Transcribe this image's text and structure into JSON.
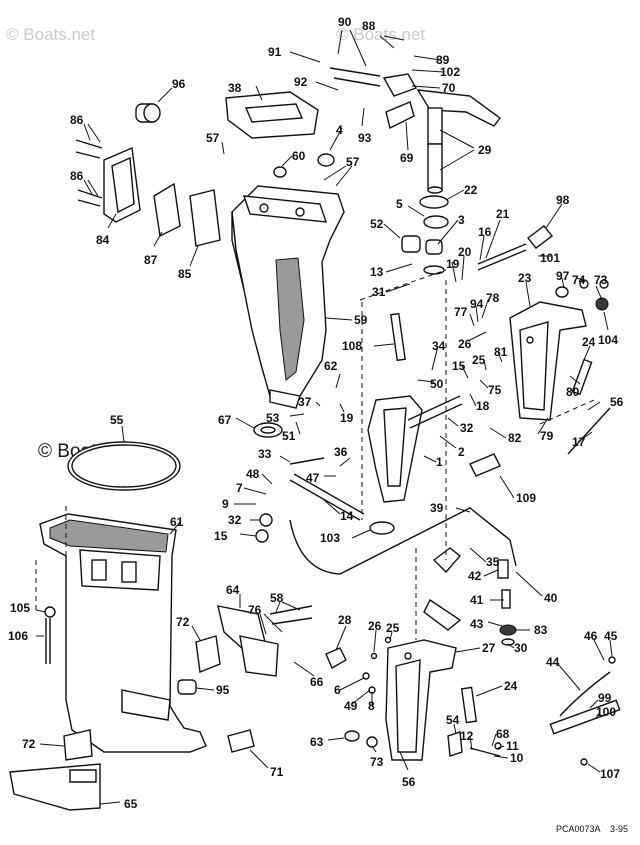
{
  "watermarks": {
    "top_left": "© Boats.net",
    "top_center": "© Boats.net",
    "middle_left": "© Boats.net"
  },
  "footer": {
    "code": "PCA0073A",
    "date": "3-95"
  },
  "callouts": [
    {
      "id": "c90",
      "label": "90"
    },
    {
      "id": "c88",
      "label": "88"
    },
    {
      "id": "c91",
      "label": "91"
    },
    {
      "id": "c89",
      "label": "89"
    },
    {
      "id": "c102",
      "label": "102"
    },
    {
      "id": "c92",
      "label": "92"
    },
    {
      "id": "c70",
      "label": "70"
    },
    {
      "id": "c96",
      "label": "96"
    },
    {
      "id": "c38",
      "label": "38"
    },
    {
      "id": "c86a",
      "label": "86"
    },
    {
      "id": "c4",
      "label": "4"
    },
    {
      "id": "c93",
      "label": "93"
    },
    {
      "id": "c57a",
      "label": "57"
    },
    {
      "id": "c60",
      "label": "60"
    },
    {
      "id": "c57b",
      "label": "57"
    },
    {
      "id": "c69",
      "label": "69"
    },
    {
      "id": "c29",
      "label": "29"
    },
    {
      "id": "c86b",
      "label": "86"
    },
    {
      "id": "c22",
      "label": "22"
    },
    {
      "id": "c5",
      "label": "5"
    },
    {
      "id": "c98",
      "label": "98"
    },
    {
      "id": "c21",
      "label": "21"
    },
    {
      "id": "c52",
      "label": "52"
    },
    {
      "id": "c3",
      "label": "3"
    },
    {
      "id": "c84",
      "label": "84"
    },
    {
      "id": "c87",
      "label": "87"
    },
    {
      "id": "c16",
      "label": "16"
    },
    {
      "id": "c20",
      "label": "20"
    },
    {
      "id": "c101",
      "label": "101"
    },
    {
      "id": "c85",
      "label": "85"
    },
    {
      "id": "c13",
      "label": "13"
    },
    {
      "id": "c19a",
      "label": "19"
    },
    {
      "id": "c97",
      "label": "97"
    },
    {
      "id": "c74",
      "label": "74"
    },
    {
      "id": "c73a",
      "label": "73"
    },
    {
      "id": "c23",
      "label": "23"
    },
    {
      "id": "c31",
      "label": "31"
    },
    {
      "id": "c78",
      "label": "78"
    },
    {
      "id": "c94",
      "label": "94"
    },
    {
      "id": "c77",
      "label": "77"
    },
    {
      "id": "c104",
      "label": "104"
    },
    {
      "id": "c59",
      "label": "59"
    },
    {
      "id": "c26a",
      "label": "26"
    },
    {
      "id": "c24a",
      "label": "24"
    },
    {
      "id": "c108",
      "label": "108"
    },
    {
      "id": "c34",
      "label": "34"
    },
    {
      "id": "c81",
      "label": "81"
    },
    {
      "id": "c25a",
      "label": "25"
    },
    {
      "id": "c62",
      "label": "62"
    },
    {
      "id": "c15a",
      "label": "15"
    },
    {
      "id": "c50",
      "label": "50"
    },
    {
      "id": "c75",
      "label": "75"
    },
    {
      "id": "c80",
      "label": "80"
    },
    {
      "id": "c37",
      "label": "37"
    },
    {
      "id": "c56a",
      "label": "56"
    },
    {
      "id": "c53",
      "label": "53"
    },
    {
      "id": "c19b",
      "label": "19"
    },
    {
      "id": "c18",
      "label": "18"
    },
    {
      "id": "c55",
      "label": "55"
    },
    {
      "id": "c67",
      "label": "67"
    },
    {
      "id": "c51",
      "label": "51"
    },
    {
      "id": "c32a",
      "label": "32"
    },
    {
      "id": "c82",
      "label": "82"
    },
    {
      "id": "c79",
      "label": "79"
    },
    {
      "id": "c17",
      "label": "17"
    },
    {
      "id": "c33",
      "label": "33"
    },
    {
      "id": "c36",
      "label": "36"
    },
    {
      "id": "c2",
      "label": "2"
    },
    {
      "id": "c1",
      "label": "1"
    },
    {
      "id": "c48",
      "label": "48"
    },
    {
      "id": "c47",
      "label": "47"
    },
    {
      "id": "c7",
      "label": "7"
    },
    {
      "id": "c9",
      "label": "9"
    },
    {
      "id": "c109",
      "label": "109"
    },
    {
      "id": "c14",
      "label": "14"
    },
    {
      "id": "c61",
      "label": "61"
    },
    {
      "id": "c39",
      "label": "39"
    },
    {
      "id": "c32b",
      "label": "32"
    },
    {
      "id": "c15b",
      "label": "15"
    },
    {
      "id": "c103",
      "label": "103"
    },
    {
      "id": "c35",
      "label": "35"
    },
    {
      "id": "c42",
      "label": "42"
    },
    {
      "id": "c40",
      "label": "40"
    },
    {
      "id": "c64",
      "label": "64"
    },
    {
      "id": "c58",
      "label": "58"
    },
    {
      "id": "c41",
      "label": "41"
    },
    {
      "id": "c105",
      "label": "105"
    },
    {
      "id": "c76",
      "label": "76"
    },
    {
      "id": "c72a",
      "label": "72"
    },
    {
      "id": "c43",
      "label": "43"
    },
    {
      "id": "c83",
      "label": "83"
    },
    {
      "id": "c28",
      "label": "28"
    },
    {
      "id": "c26b",
      "label": "26"
    },
    {
      "id": "c25b",
      "label": "25"
    },
    {
      "id": "c46",
      "label": "46"
    },
    {
      "id": "c45",
      "label": "45"
    },
    {
      "id": "c106",
      "label": "106"
    },
    {
      "id": "c30",
      "label": "30"
    },
    {
      "id": "c27",
      "label": "27"
    },
    {
      "id": "c44",
      "label": "44"
    },
    {
      "id": "c66",
      "label": "66"
    },
    {
      "id": "c95",
      "label": "95"
    },
    {
      "id": "c24b",
      "label": "24"
    },
    {
      "id": "c6",
      "label": "6"
    },
    {
      "id": "c49",
      "label": "49"
    },
    {
      "id": "c8",
      "label": "8"
    },
    {
      "id": "c99",
      "label": "99"
    },
    {
      "id": "c100",
      "label": "100"
    },
    {
      "id": "c54",
      "label": "54"
    },
    {
      "id": "c68",
      "label": "68"
    },
    {
      "id": "c12",
      "label": "12"
    },
    {
      "id": "c11",
      "label": "11"
    },
    {
      "id": "c10",
      "label": "10"
    },
    {
      "id": "c72b",
      "label": "72"
    },
    {
      "id": "c63",
      "label": "63"
    },
    {
      "id": "c73b",
      "label": "73"
    },
    {
      "id": "c56b",
      "label": "56"
    },
    {
      "id": "c71",
      "label": "71"
    },
    {
      "id": "c65",
      "label": "65"
    },
    {
      "id": "c107",
      "label": "107"
    }
  ]
}
